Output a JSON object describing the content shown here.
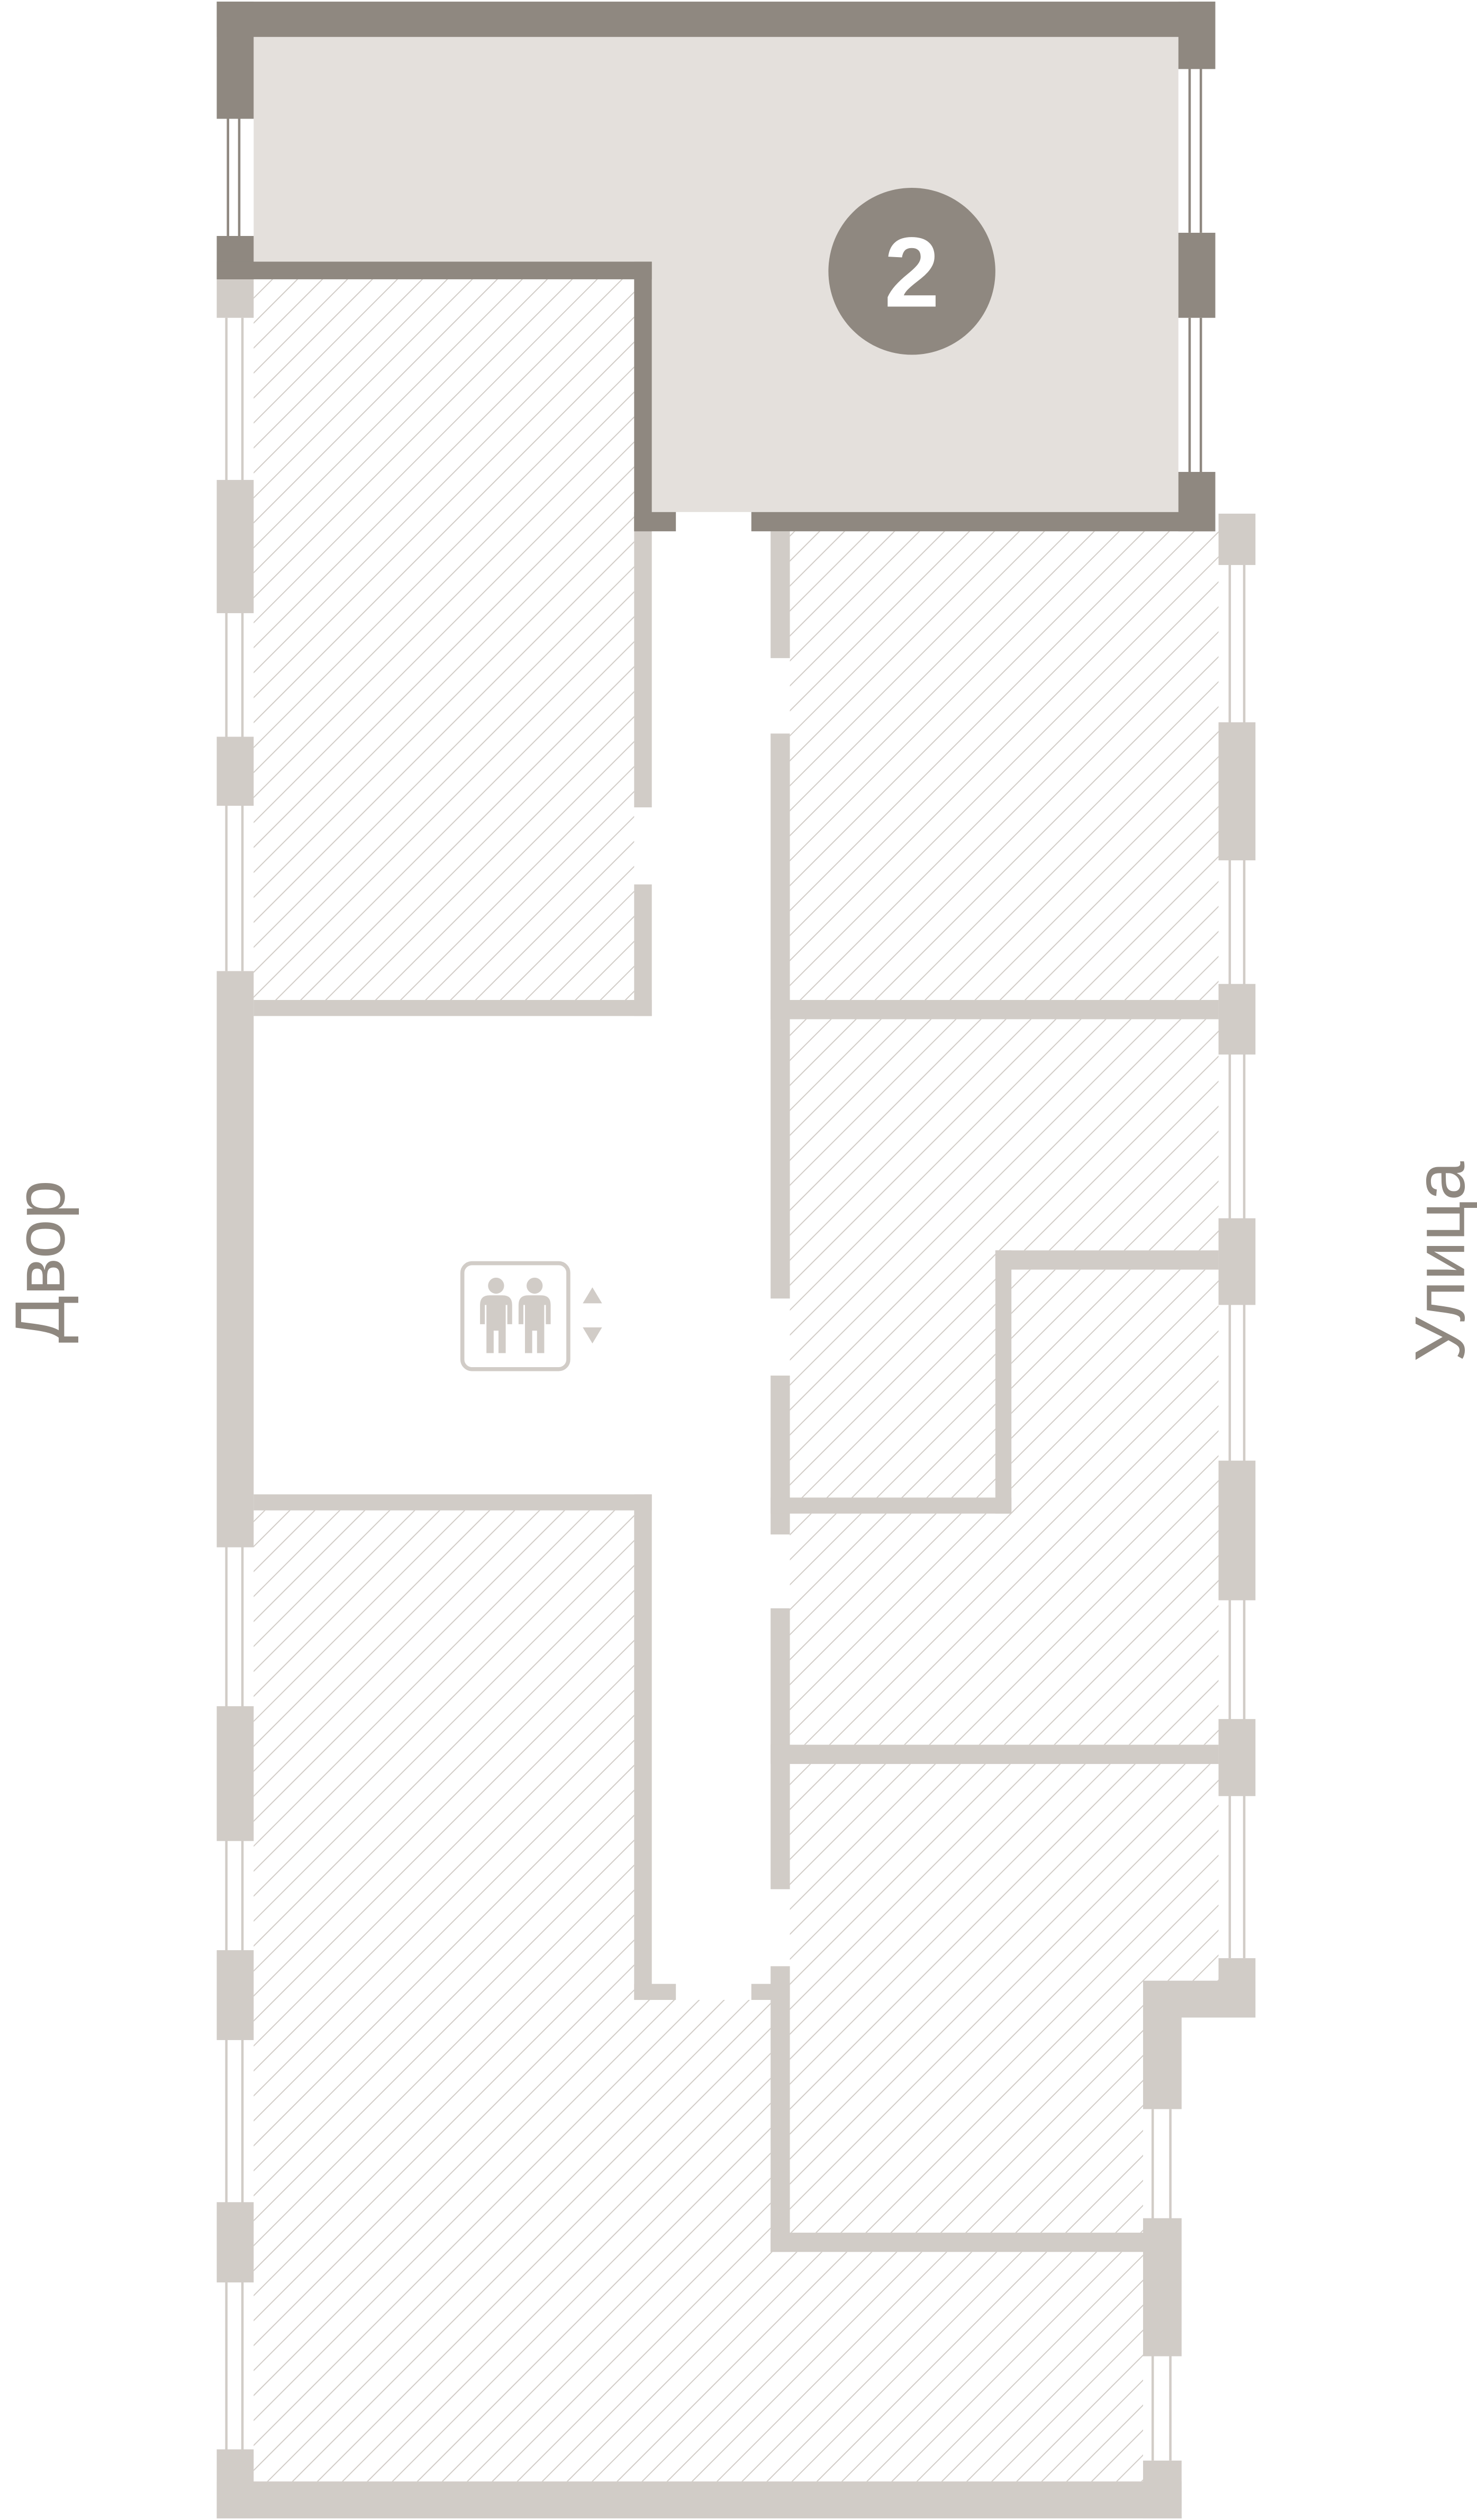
{
  "plan": {
    "yard_label": "Двор",
    "street_label": "Улица",
    "apartment": {
      "number": "2",
      "highlighted": true
    },
    "elevator": {
      "icon": "elevator-icon",
      "directions": [
        "up-arrow-icon",
        "down-arrow-icon"
      ]
    }
  },
  "colors": {
    "highlight_wall": "#8f8880",
    "highlight_fill": "#e4e0dc",
    "wall": "#d1ccc7",
    "hatch": "#d1ccc7",
    "background": "#ffffff"
  }
}
